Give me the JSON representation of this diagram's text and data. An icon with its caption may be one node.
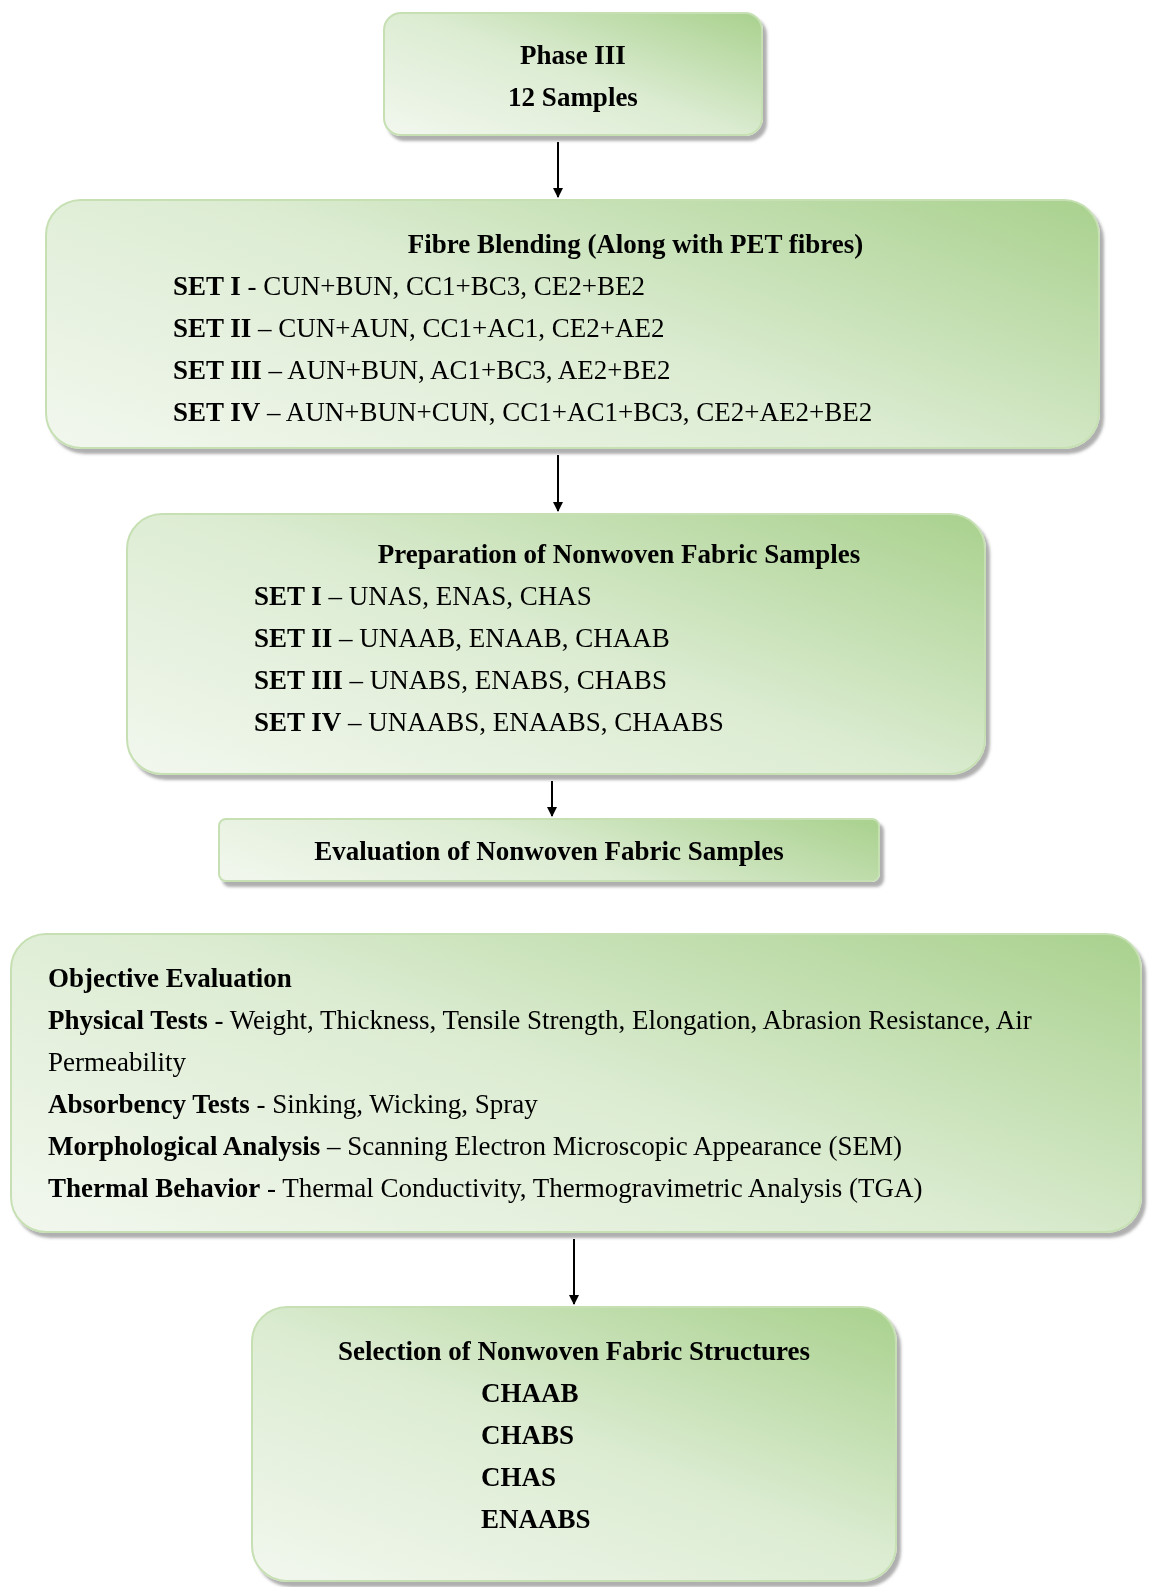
{
  "diagram": {
    "nodes": [
      {
        "text": [
          "Phase III",
          "12 Samples"
        ]
      },
      {
        "text": [
          "Fibre Blending (Along with PET fibres)",
          "**SET I** - CUN+BUN, CC1+BC3, CE2+BE2",
          "**SET II** – CUN+AUN, CC1+AC1, CE2+AE2",
          "**SET III** – AUN+BUN, AC1+BC3, AE2+BE2",
          "**SET IV** – AUN+BUN+CUN, CC1+AC1+BC3, CE2+AE2+BE2"
        ]
      },
      {
        "text": [
          "Preparation of Nonwoven Fabric Samples",
          "**SET I** – UNAS, ENAS, CHAS",
          "**SET II** – UNAAB, ENAAB, CHAAB",
          "**SET III** – UNABS, ENABS, CHABS",
          "**SET IV** – UNAABS, ENAABS, CHAABS"
        ]
      },
      {
        "text": [
          "Evaluation of Nonwoven Fabric Samples"
        ]
      },
      {
        "text": [
          "Objective Evaluation",
          "**Physical Tests** - Weight, Thickness, Tensile Strength, Elongation, Abrasion Resistance, Air Permeability",
          "**Absorbency Tests** - Sinking, Wicking, Spray",
          "**Morphological Analysis** – Scanning Electron Microscopic Appearance (SEM)",
          "**Thermal Behavior** - Thermal Conductivity, Thermogravimetric Analysis (TGA)"
        ]
      },
      {
        "text": [
          "Selection of Nonwoven Fabric Structures",
          "CHAAB",
          "CHABS",
          "CHAS",
          "ENAABS"
        ]
      }
    ],
    "edges": [
      {
        "from": 0,
        "to": 1,
        "arrow": "to"
      },
      {
        "from": 1,
        "to": 2,
        "arrow": "to"
      },
      {
        "from": 2,
        "to": 3,
        "arrow": "to"
      },
      {
        "from": 4,
        "to": 5,
        "arrow": "to"
      }
    ]
  }
}
